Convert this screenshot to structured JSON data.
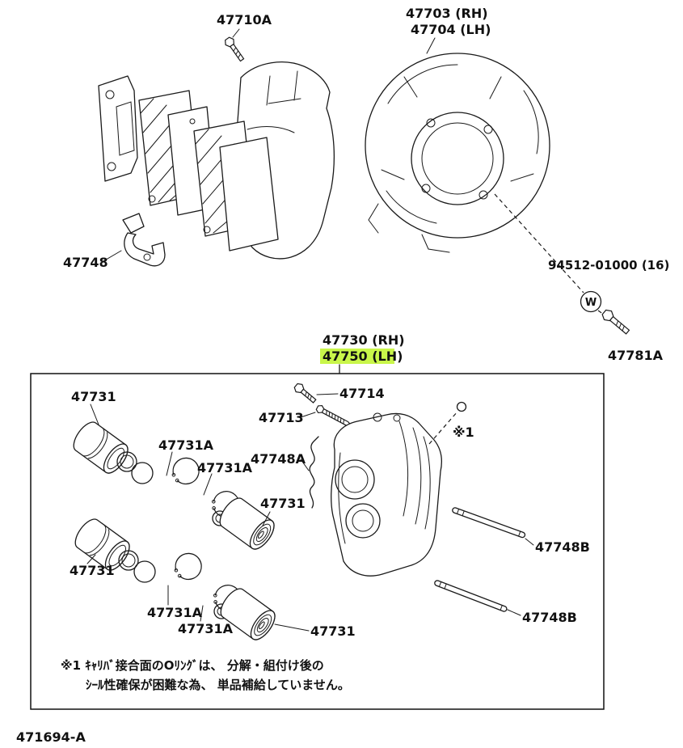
{
  "figure_number": "471694-A",
  "colors": {
    "line": "#1a1a1a",
    "highlight_bg": "#c9f64a",
    "highlight_text": "#4f7d00"
  },
  "labels": {
    "bolt_top": "47710A",
    "dust_cover_rh": "47703 (RH)",
    "dust_cover_lh": "47704 (LH)",
    "pad_support": "47748",
    "washer_kit": "94512-01000 (16)",
    "washer_letter": "W",
    "cover_bolt": "47781A",
    "caliper_assy_rh": "47730 (RH)",
    "caliper_assy_lh": "47750 (LH)",
    "piston_1": "47731",
    "piston_2": "47731",
    "piston_3": "47731",
    "piston_4": "47731",
    "seal_ring_1": "47731A",
    "seal_ring_2": "47731A",
    "seal_ring_3": "47731A",
    "seal_ring_4": "47731A",
    "bleeder_cap": "47714",
    "bleeder_plug": "47713",
    "pad_clip": "47748A",
    "oring_note_ref": "※1",
    "slide_pin_upper": "47748B",
    "slide_pin_lower": "47748B"
  },
  "note": {
    "line1": "※1 ｷｬﾘﾊﾞ接合面のOﾘﾝｸﾞは、 分解・組付け後の",
    "line2": "ｼｰﾙ性確保が困難な為、 単品補給していません。"
  }
}
